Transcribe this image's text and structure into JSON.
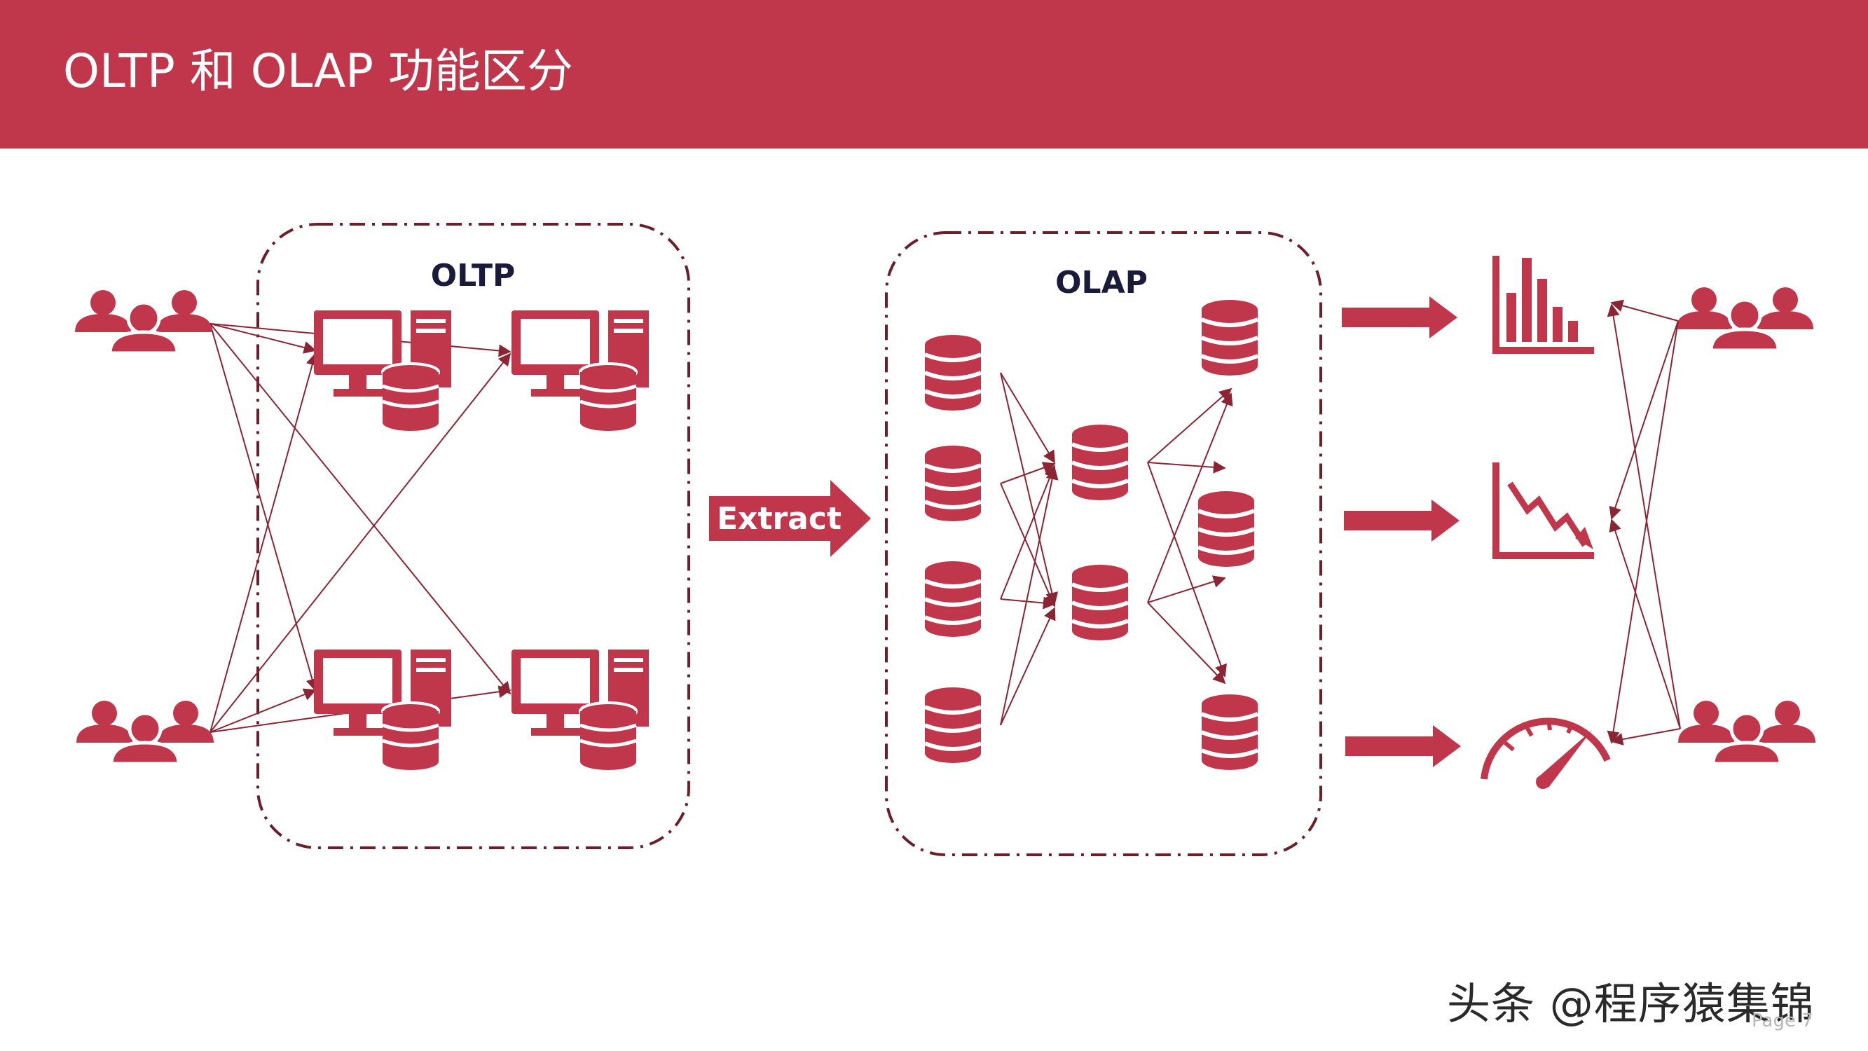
{
  "slide": {
    "title": "OLTP 和 OLAP 功能区分",
    "page_label": "Page 7",
    "watermark": "头条 @程序猿集锦"
  },
  "oltp_group": {
    "label": "OLTP"
  },
  "olap_group": {
    "label": "OLAP"
  },
  "extract_arrow": {
    "label": "Extract"
  },
  "colors": {
    "accent": "#c0374b",
    "connector": "#8b2533",
    "group_border": "#6b1f2a",
    "label_text": "#1a1a3a"
  },
  "icons": {
    "users": "users-group-icon",
    "workstation": "computer-server-icon",
    "database": "database-icon",
    "bar_chart": "bar-chart-icon",
    "trend": "trending-down-chart-icon",
    "gauge": "speedometer-gauge-icon",
    "arrow": "right-arrow-icon"
  }
}
